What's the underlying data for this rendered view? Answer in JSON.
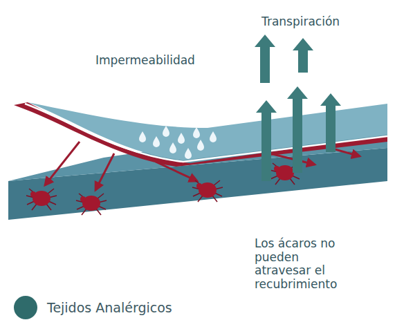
{
  "diagram": {
    "labels": [
      "Impermeabilidad",
      "Transpiración",
      "Los ácaros no pueden atravesar el recubrimiento"
    ],
    "legend": [
      {
        "text": "Tejidos Analérgicos",
        "color": "#2f6b6b"
      }
    ]
  }
}
